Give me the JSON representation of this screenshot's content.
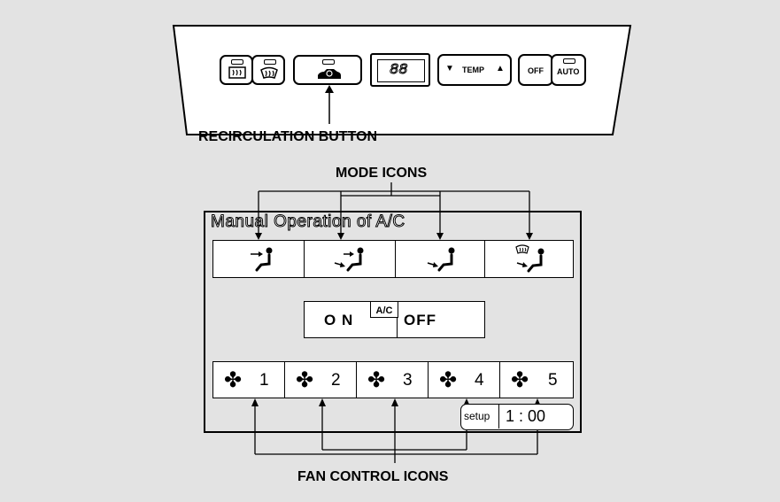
{
  "control_panel": {
    "display_value": "88",
    "temp_label": "TEMP",
    "off_label": "OFF",
    "auto_label": "AUTO"
  },
  "labels": {
    "recirculation": "RECIRCULATION BUTTON",
    "mode_icons": "MODE ICONS",
    "fan_control": "FAN CONTROL ICONS"
  },
  "screen": {
    "title": "Manual Operation of A/C",
    "ac": {
      "on": "O N",
      "tag": "A/C",
      "off": "OFF"
    },
    "fan_levels": [
      "1",
      "2",
      "3",
      "4",
      "5"
    ],
    "setup_label": "setup",
    "clock": "1 : 00"
  }
}
